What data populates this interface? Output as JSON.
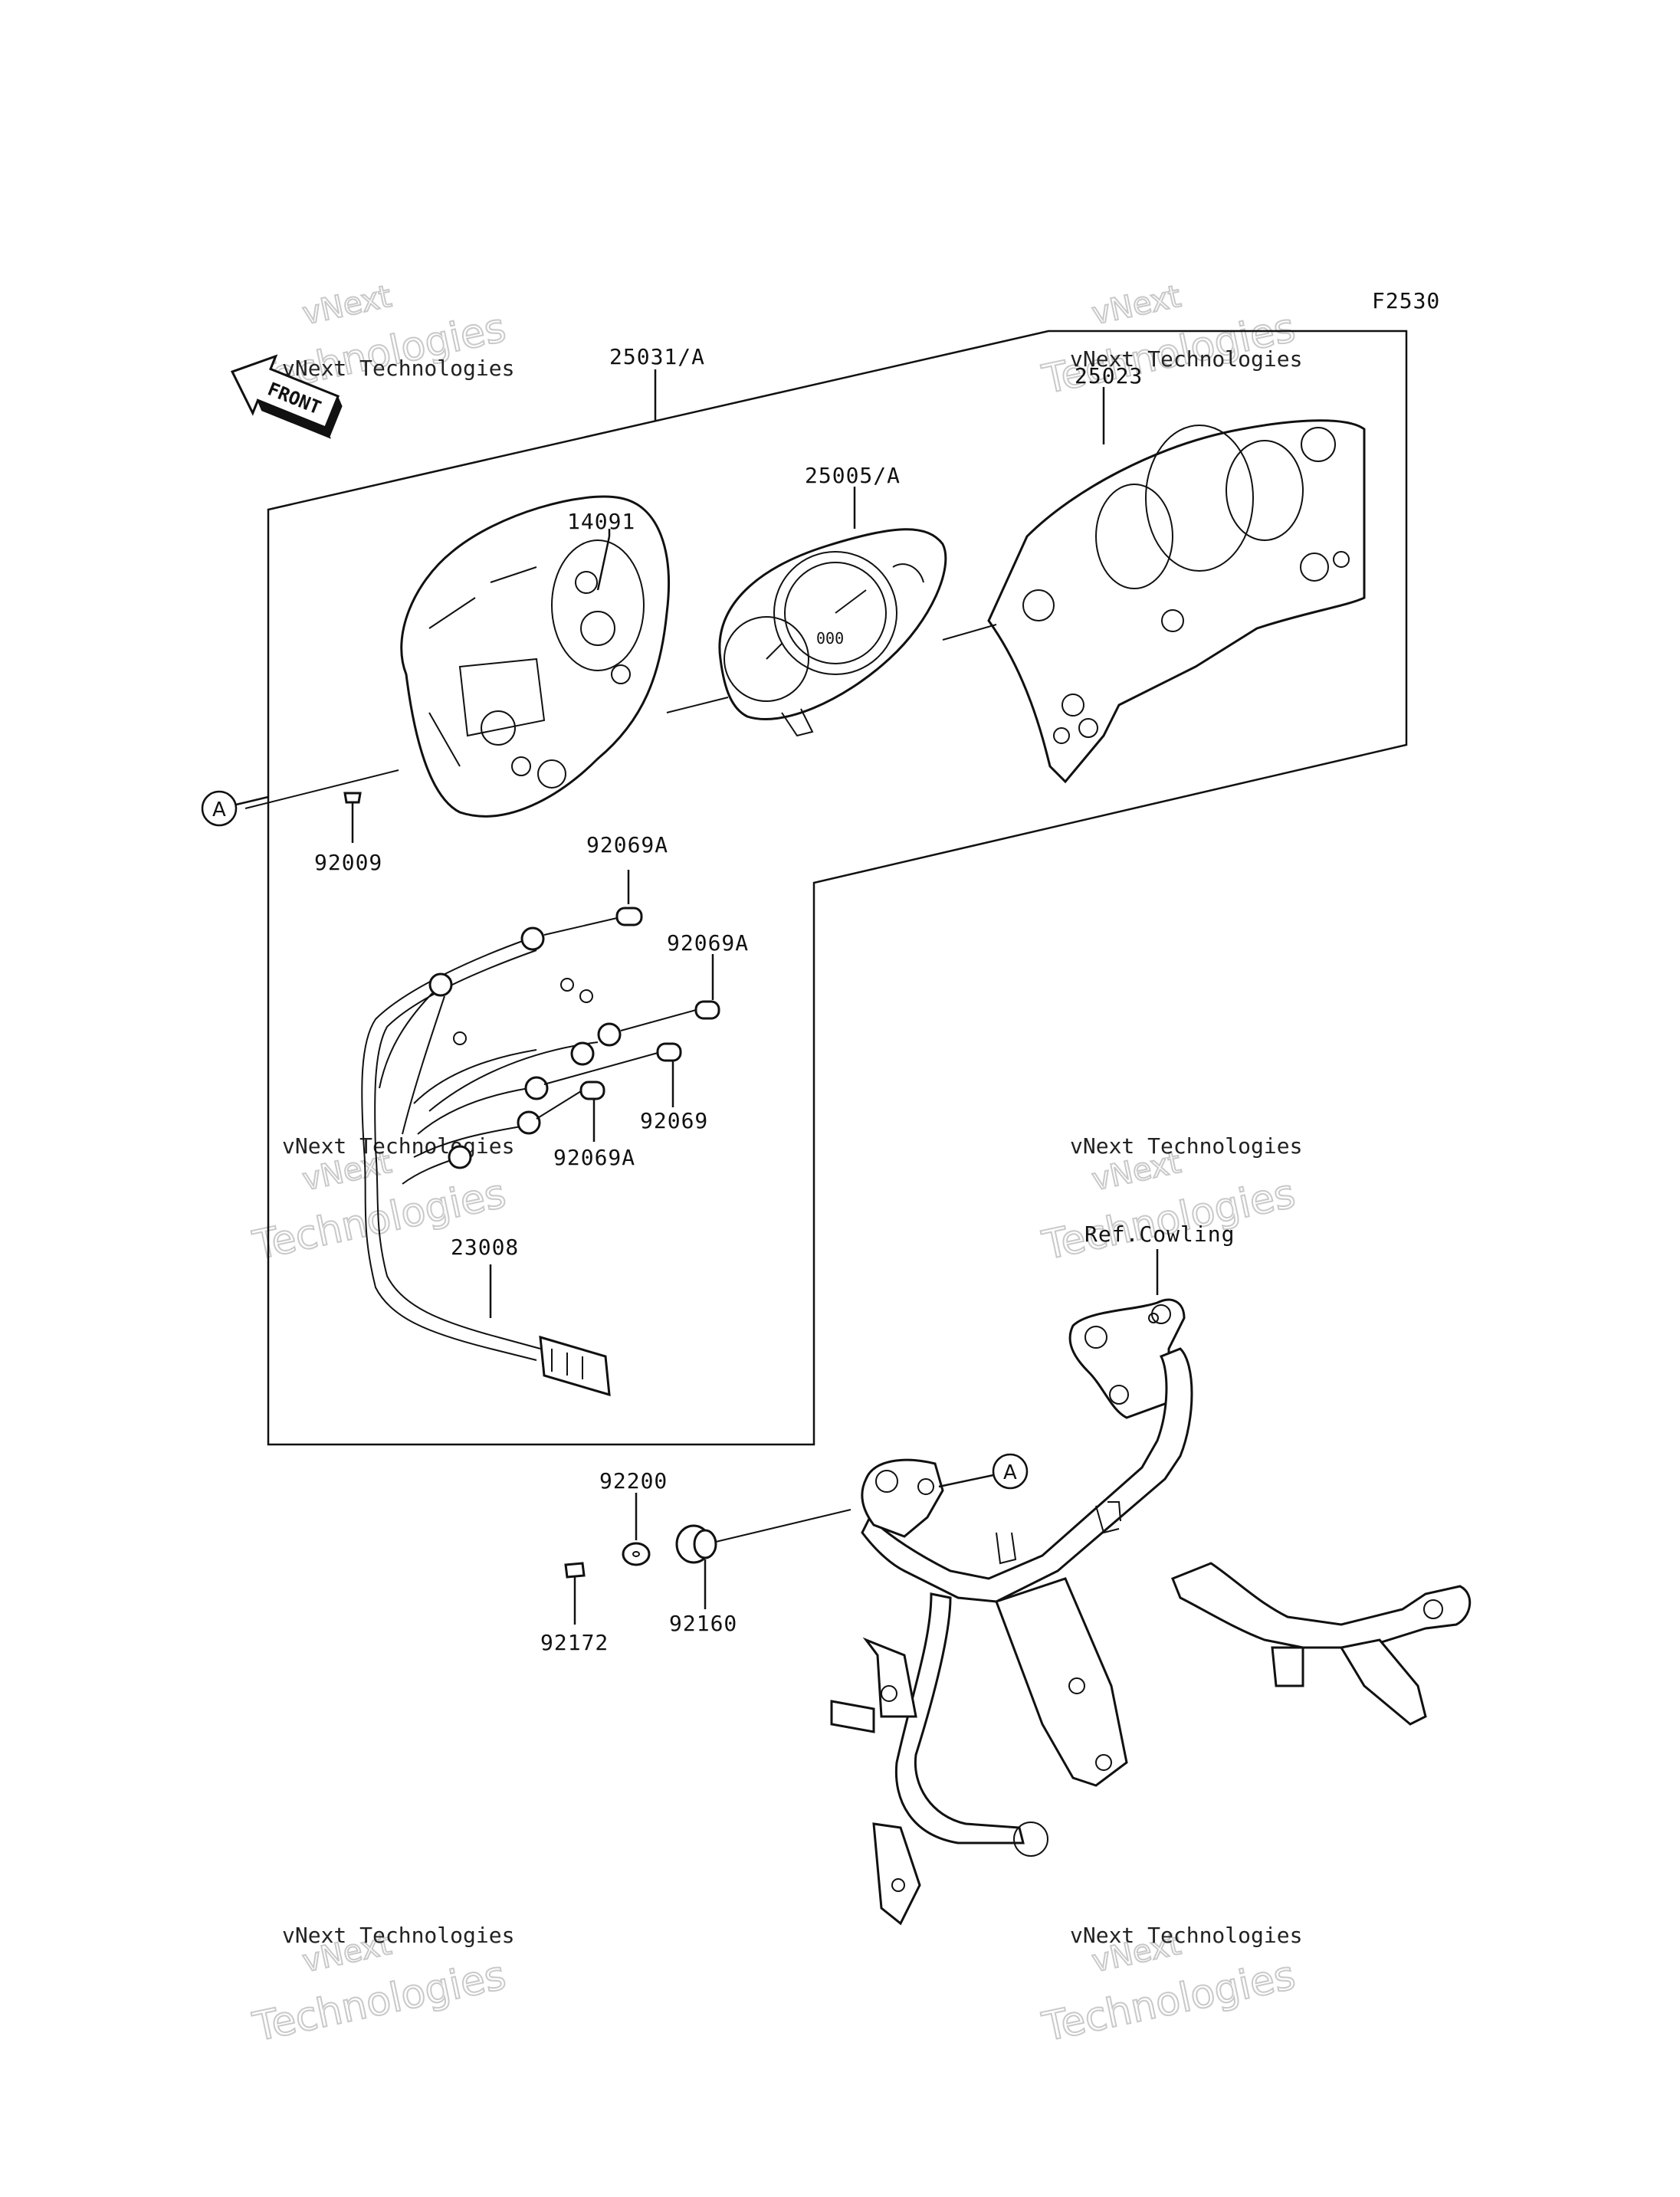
{
  "diagram": {
    "figure_code": "F2530",
    "front_arrow_label": "FRONT",
    "reference_marker": "A",
    "part_labels": {
      "p25031A": "25031/A",
      "p25023": "25023",
      "p25005A": "25005/A",
      "p14091": "14091",
      "p92009": "92009",
      "p92069A_1": "92069A",
      "p92069A_2": "92069A",
      "p92069": "92069",
      "p92069A_3": "92069A",
      "p23008": "23008",
      "ref_cowling": "Ref.Cowling",
      "p92200": "92200",
      "p92172": "92172",
      "p92160": "92160"
    }
  },
  "watermark": {
    "line1": "vNext Technologies",
    "line2": "vNext",
    "line3": "Technologies"
  }
}
